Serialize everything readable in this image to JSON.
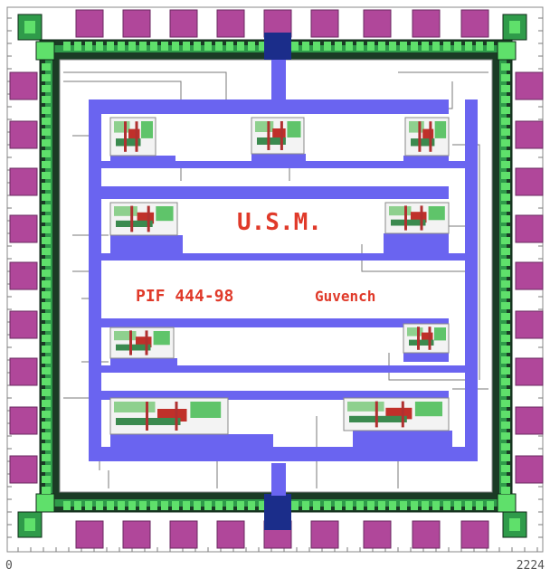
{
  "chip": {
    "title": "U.S.M.",
    "part_id": "PIF 444-98",
    "designer": "Guvench"
  },
  "scale": {
    "min_label": "0",
    "max_label": "2224"
  },
  "colors": {
    "pad": "#b0479a",
    "metal": "#6a64f0",
    "ring": "#1e7d3a",
    "text": "#e03a2a",
    "wire": "#7a7a7a"
  }
}
